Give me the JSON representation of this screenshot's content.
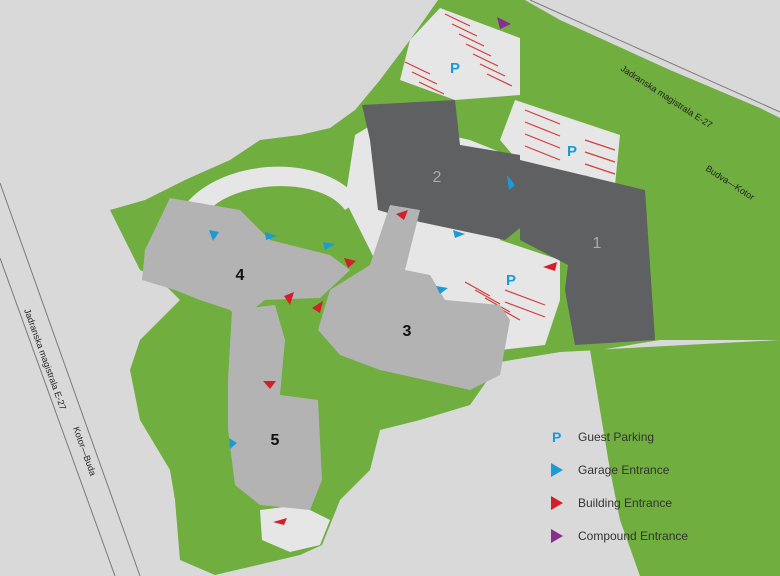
{
  "colors": {
    "background": "#d9d9d9",
    "road_line": "#7a7a7a",
    "green": "#6fae3f",
    "road_surface": "#e6e6e6",
    "building_dark": "#5f6062",
    "building_light": "#b3b3b3",
    "parking_line": "#d43a3a",
    "guest_parking": "#1a9bd7",
    "garage_entrance": "#1a9bd7",
    "building_entrance": "#d41f2b",
    "compound_entrance": "#8a2d8e"
  },
  "roads": {
    "top_right_label": "Jadranska magistrala E-27",
    "top_right_direction": "Budva—Kotor",
    "left_label": "Jadranska magistrala E-27",
    "left_direction": "Kotor—Buda"
  },
  "buildings": [
    {
      "number": "1",
      "tone": "dark"
    },
    {
      "number": "2",
      "tone": "dark"
    },
    {
      "number": "3",
      "tone": "light"
    },
    {
      "number": "4",
      "tone": "light"
    },
    {
      "number": "5",
      "tone": "light"
    }
  ],
  "parking_symbol": "P",
  "legend": [
    {
      "icon": "guest-parking-icon",
      "label": "Guest Parking",
      "color": "#1a9bd7"
    },
    {
      "icon": "garage-entrance-icon",
      "label": "Garage Entrance",
      "color": "#1a9bd7"
    },
    {
      "icon": "building-entrance-icon",
      "label": "Building Entrance",
      "color": "#d41f2b"
    },
    {
      "icon": "compound-entrance-icon",
      "label": "Compound Entrance",
      "color": "#8a2d8e"
    }
  ]
}
